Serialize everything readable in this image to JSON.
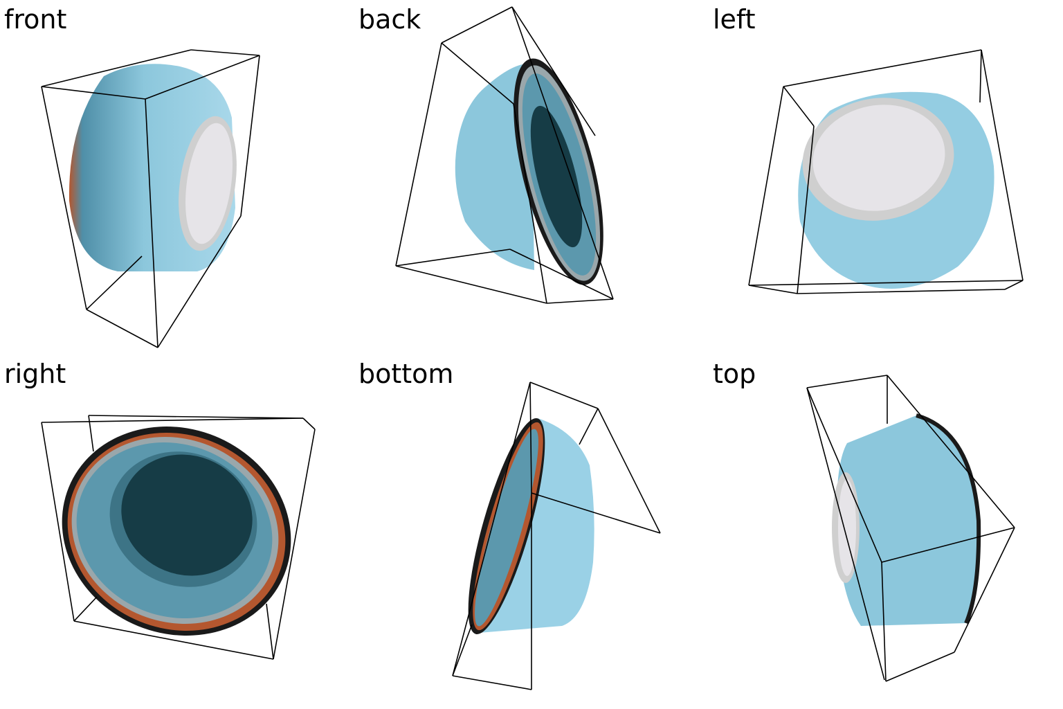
{
  "views": [
    {
      "label": "front"
    },
    {
      "label": "back"
    },
    {
      "label": "left"
    },
    {
      "label": "right"
    },
    {
      "label": "bottom"
    },
    {
      "label": "top"
    }
  ],
  "colors": {
    "glaze_light": "#a9d8ea",
    "glaze_mid": "#7dbfd8",
    "glaze_dark": "#4f8fa8",
    "interior": "#163c46",
    "foot_ring": "#cfcfcf",
    "foot_inner": "#e6e4e8",
    "rim_rust": "#b4572f",
    "rim_dark": "#1a1a1a",
    "box_line": "#000000"
  }
}
